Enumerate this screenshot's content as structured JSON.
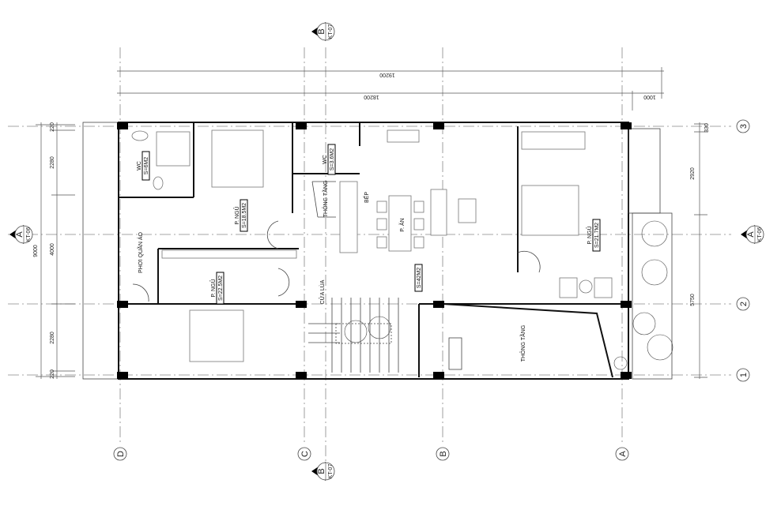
{
  "grid_axes": {
    "vertical": [
      "D",
      "C",
      "B",
      "A"
    ],
    "horizontal": [
      "3",
      "2",
      "1"
    ]
  },
  "section_markers": {
    "a_left": {
      "letter": "A",
      "sheet": "KT-06"
    },
    "a_right": {
      "letter": "A",
      "sheet": "KT-06"
    },
    "b_top": {
      "letter": "B",
      "sheet": "KT-07"
    },
    "b_bottom": {
      "letter": "B",
      "sheet": "KT-07"
    }
  },
  "dimensions": {
    "top_overall": "19200",
    "top_main": "18200",
    "top_balcony": "1000",
    "left_total": "9000",
    "left_chain": [
      "220",
      "2280",
      "4000",
      "2280",
      "220"
    ],
    "right_chain": [
      "330",
      "2920",
      "5750"
    ]
  },
  "rooms": {
    "wc_left": {
      "name": "WC",
      "area": "S=6M2"
    },
    "bedroom_1": {
      "name": "P. NGỦ",
      "area": "S=18.5M2"
    },
    "drying": {
      "name": "PHƠI QUẦN ÁO"
    },
    "bedroom_2": {
      "name": "P. NGỦ",
      "area": "S=22.5M2"
    },
    "wc_middle": {
      "name": "WC",
      "area": "S=3.6M2"
    },
    "void_1": {
      "name": "THÔNG TẦNG"
    },
    "kitchen": {
      "name": "BẾP"
    },
    "dining": {
      "name": "P. ĂN"
    },
    "living_area": {
      "area": "S=42M2"
    },
    "sliding_door": {
      "name": "CỬA LÙA"
    },
    "bedroom_3": {
      "name": "P. NGỦ",
      "area": "S=21.7M2"
    },
    "void_2": {
      "name": "THÔNG TẦNG"
    }
  }
}
